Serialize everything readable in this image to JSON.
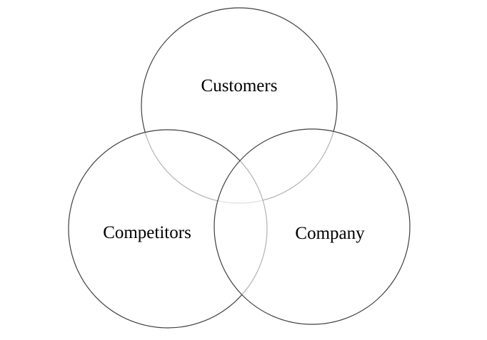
{
  "diagram": {
    "type": "venn",
    "background_color": "#ffffff",
    "stroke_color": "#3f3f3f",
    "label_color": "#000000",
    "circles": [
      {
        "label": "Customers",
        "position": "top"
      },
      {
        "label": "Competitors",
        "position": "bottom-left"
      },
      {
        "label": "Company",
        "position": "bottom-right"
      }
    ]
  }
}
